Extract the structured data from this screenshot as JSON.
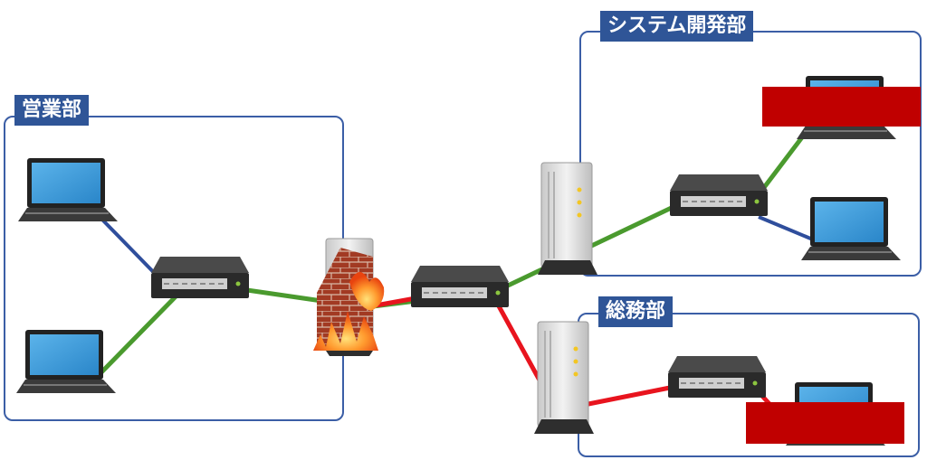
{
  "zones": {
    "sales": {
      "label": "営業部"
    },
    "sysdev": {
      "label": "システム開発部"
    },
    "general": {
      "label": "総務部"
    }
  },
  "colors": {
    "zone_border": "#3b5ea6",
    "zone_label_bg": "#2f5597",
    "path_green": "#4a9a2e",
    "path_red": "#e8141e",
    "link_blue": "#2f4e9c",
    "redaction": "#c00000"
  },
  "nodes": [
    "laptop-sales-1",
    "laptop-sales-2",
    "switch-sales",
    "firewall",
    "core-switch",
    "server-sysdev",
    "switch-sysdev",
    "laptop-sysdev-1",
    "laptop-sysdev-2",
    "server-general",
    "switch-general",
    "laptop-general-1"
  ]
}
